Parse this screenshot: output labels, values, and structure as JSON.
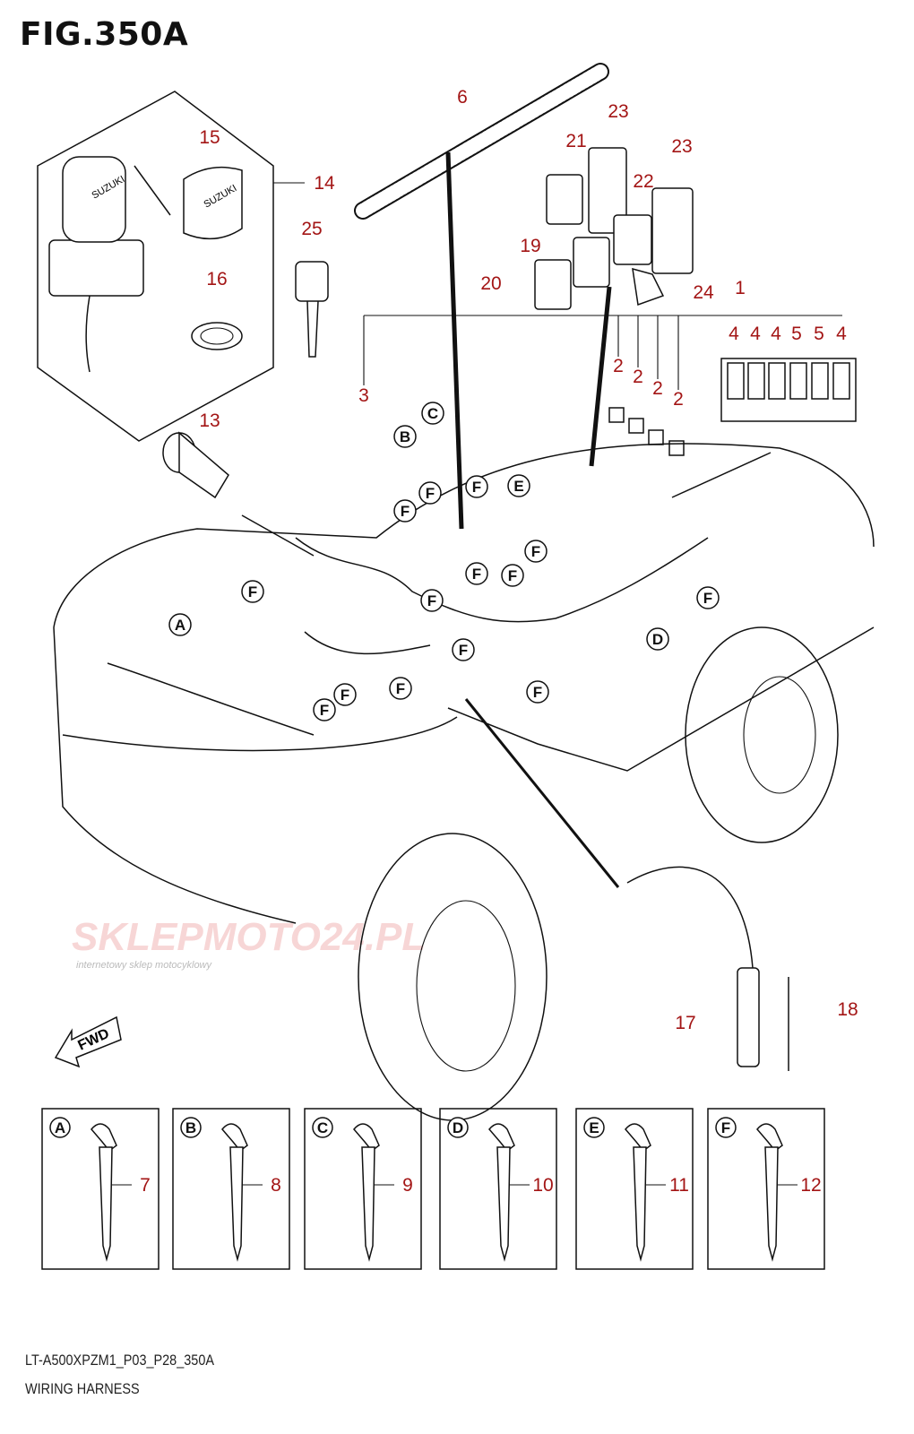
{
  "figure": {
    "title": "FIG.350A",
    "code": "LT-A500XPZM1_P03_P28_350A",
    "name": "WIRING HARNESS"
  },
  "callouts": [
    "6",
    "23",
    "21",
    "23",
    "22",
    "15",
    "14",
    "25",
    "19",
    "20",
    "24",
    "1",
    "16",
    "4",
    "4",
    "4",
    "5",
    "5",
    "4",
    "2",
    "2",
    "2",
    "2",
    "3",
    "13",
    "17",
    "18"
  ],
  "detail_boxes": [
    {
      "letter": "A",
      "part": "7"
    },
    {
      "letter": "B",
      "part": "8"
    },
    {
      "letter": "C",
      "part": "9"
    },
    {
      "letter": "D",
      "part": "10"
    },
    {
      "letter": "E",
      "part": "11"
    },
    {
      "letter": "F",
      "part": "12"
    }
  ],
  "diagram_letters": [
    "A",
    "B",
    "C",
    "D",
    "E",
    "F",
    "F",
    "F",
    "F",
    "F",
    "F",
    "F",
    "F",
    "F",
    "F",
    "F",
    "F",
    "F",
    "F"
  ],
  "key_text": "SUZUKI",
  "fwd_label": "FWD",
  "watermark": {
    "text": "SKLEPMOTO24.PL",
    "subtitle": "internetowy sklep motocyklowy"
  },
  "colors": {
    "callout": "#a31515",
    "line": "#111111"
  }
}
